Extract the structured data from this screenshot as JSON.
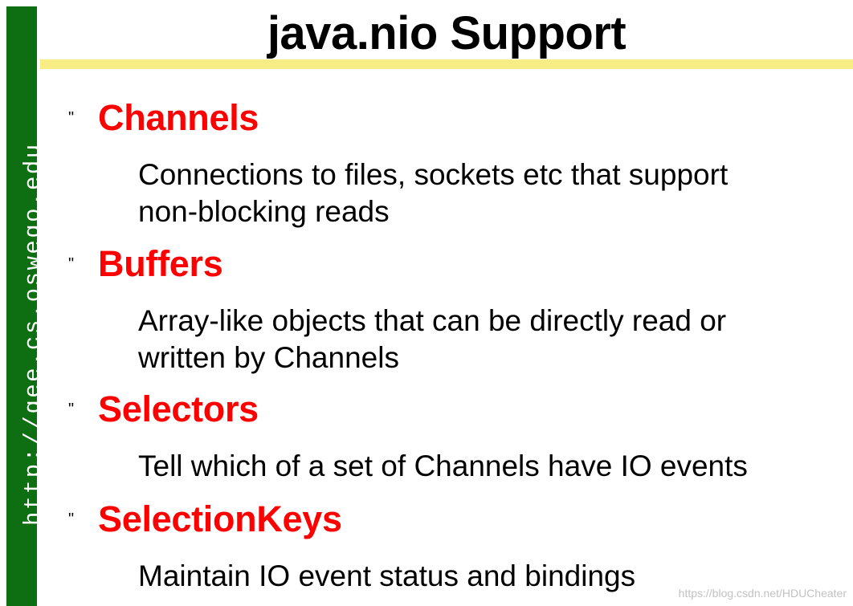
{
  "slide": {
    "title": "java.nio Support",
    "sidebar_url": "http://gee.cs.oswego.edu",
    "bullet_glyph": "\"",
    "items": [
      {
        "heading": "Channels",
        "lines": [
          "Connections to files, sockets etc that support",
          "non-blocking reads"
        ]
      },
      {
        "heading": "Buffers",
        "lines": [
          "Array-like objects that can be directly read or",
          "written by Channels"
        ]
      },
      {
        "heading": "Selectors",
        "lines": [
          "Tell which of a set of Channels have IO events"
        ]
      },
      {
        "heading": "SelectionKeys",
        "lines": [
          "Maintain IO event status and bindings"
        ]
      }
    ]
  },
  "watermark": "https://blog.csdn.net/HDUCheater",
  "colors": {
    "sidebar": "#0e6e12",
    "title_underline": "#f8ed84",
    "heading": "#ff0000",
    "text": "#000000"
  }
}
